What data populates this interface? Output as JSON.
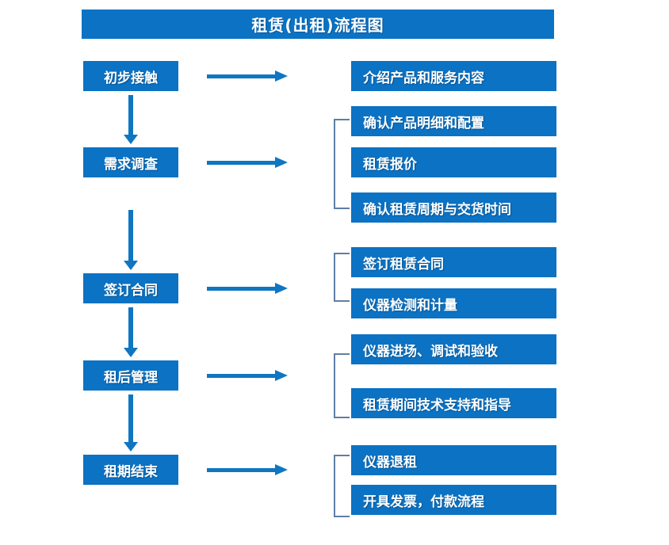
{
  "title": "租赁(出租)流程图",
  "colors": {
    "box_blue": "#0b72c4",
    "arrow_blue": "#0f76c2",
    "bracket_gray_blue": "#5e7ea6",
    "text_white": "#ffffff",
    "background": "#ffffff"
  },
  "stages": [
    {
      "label": "初步接触"
    },
    {
      "label": "需求调查"
    },
    {
      "label": "签订合同"
    },
    {
      "label": "租后管理"
    },
    {
      "label": "租期结束"
    }
  ],
  "details": [
    {
      "label": "介绍产品和服务内容"
    },
    {
      "label": "确认产品明细和配置"
    },
    {
      "label": "租赁报价"
    },
    {
      "label": "确认租赁周期与交货时间"
    },
    {
      "label": "签订租赁合同"
    },
    {
      "label": "仪器检测和计量"
    },
    {
      "label": "仪器进场、调试和验收"
    },
    {
      "label": "租赁期间技术支持和指导"
    },
    {
      "label": "仪器退租"
    },
    {
      "label": "开具发票，付款流程"
    }
  ],
  "groups": [
    {
      "stage": "需求调查",
      "members": [
        "确认产品明细和配置",
        "租赁报价",
        "确认租赁周期与交货时间"
      ]
    },
    {
      "stage": "签订合同",
      "members": [
        "签订租赁合同",
        "仪器检测和计量"
      ]
    },
    {
      "stage": "租后管理",
      "members": [
        "仪器进场、调试和验收",
        "租赁期间技术支持和指导"
      ]
    },
    {
      "stage": "租期结束",
      "members": [
        "仪器退租",
        "开具发票，付款流程"
      ]
    }
  ],
  "flow_connections": [
    {
      "from": "初步接触",
      "to": "需求调查"
    },
    {
      "from": "需求调查",
      "to": "签订合同"
    },
    {
      "from": "签订合同",
      "to": "租后管理"
    },
    {
      "from": "租后管理",
      "to": "租期结束"
    }
  ]
}
